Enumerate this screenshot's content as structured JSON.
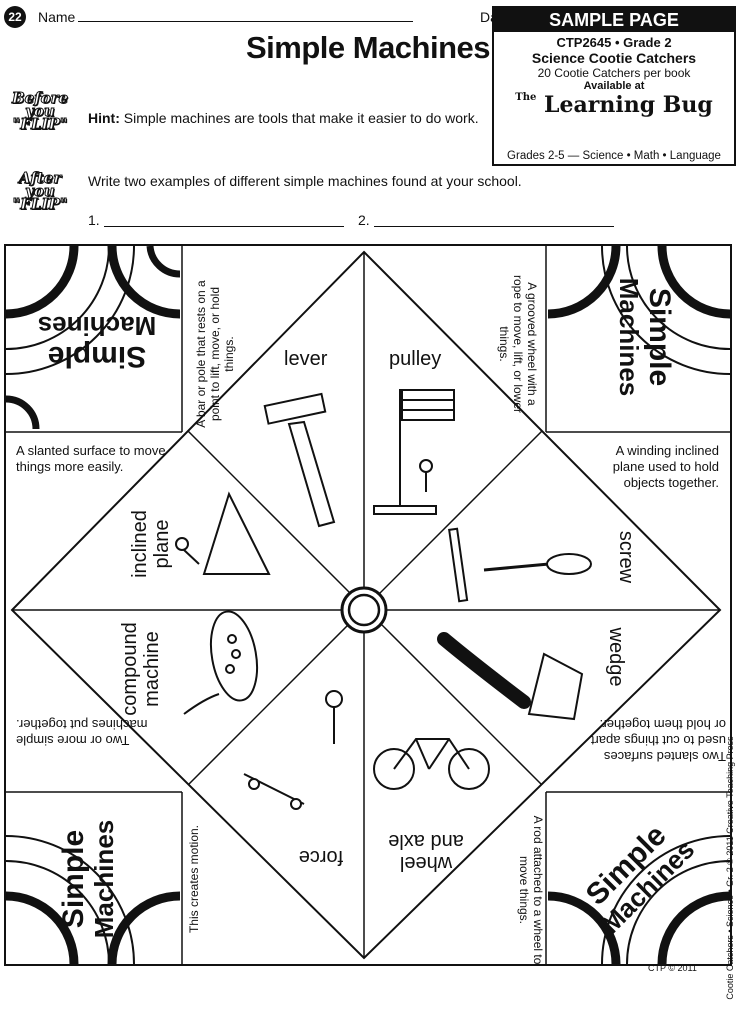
{
  "header": {
    "page_number": "22",
    "name_label": "Name",
    "date_label": "Date",
    "title": "Simple Machines"
  },
  "before_flip": {
    "badge": [
      "Before",
      "you",
      "\"FLIP\""
    ],
    "hint_label": "Hint:",
    "hint_text": "Simple machines are tools that make it easier to do work."
  },
  "after_flip": {
    "badge": [
      "After",
      "you",
      "\"FLIP\""
    ],
    "prompt": "Write two examples of different simple machines found at your school.",
    "blank1": "1.",
    "blank2": "2."
  },
  "sample_box": {
    "heading": "SAMPLE PAGE",
    "code_line": "CTP2645 • Grade 2",
    "series": "Science Cootie Catchers",
    "count": "20 Cootie Catchers per book",
    "available": "Available at",
    "store_the": "The",
    "store_name": "Learning Bug",
    "grades_line": "Grades 2-5 — Science • Math • Language"
  },
  "cootie": {
    "corner_text_line1": "Simple",
    "corner_text_line2": "Machines",
    "labels": {
      "lever": "lever",
      "pulley": "pulley",
      "inclined_plane": [
        "inclined",
        "plane"
      ],
      "screw": "screw",
      "compound_machine": [
        "compound",
        "machine"
      ],
      "wedge": "wedge",
      "force": "force",
      "wheel_axle": [
        "wheel",
        "and axle"
      ]
    },
    "definitions": {
      "lever": "A bar or pole that rests on a point to lift, move, or hold things.",
      "pulley": "A grooved wheel with a rope to move, lift, or lower things.",
      "inclined_plane": "A slanted surface to move things more easily.",
      "screw": "A winding inclined plane used to hold objects together.",
      "compound_machine": "Two or more simple machines put together.",
      "wedge": "Two slanted surfaces used to cut things apart or hold them together.",
      "force": "This creates motion.",
      "wheel_axle": "A rod attached to a wheel to move things."
    }
  },
  "footer": {
    "left_vertical": "Cootie Catchers • Science • Gr. 2 © 2011 Creative Teaching Press",
    "bottom_right": "CTP © 2011"
  }
}
